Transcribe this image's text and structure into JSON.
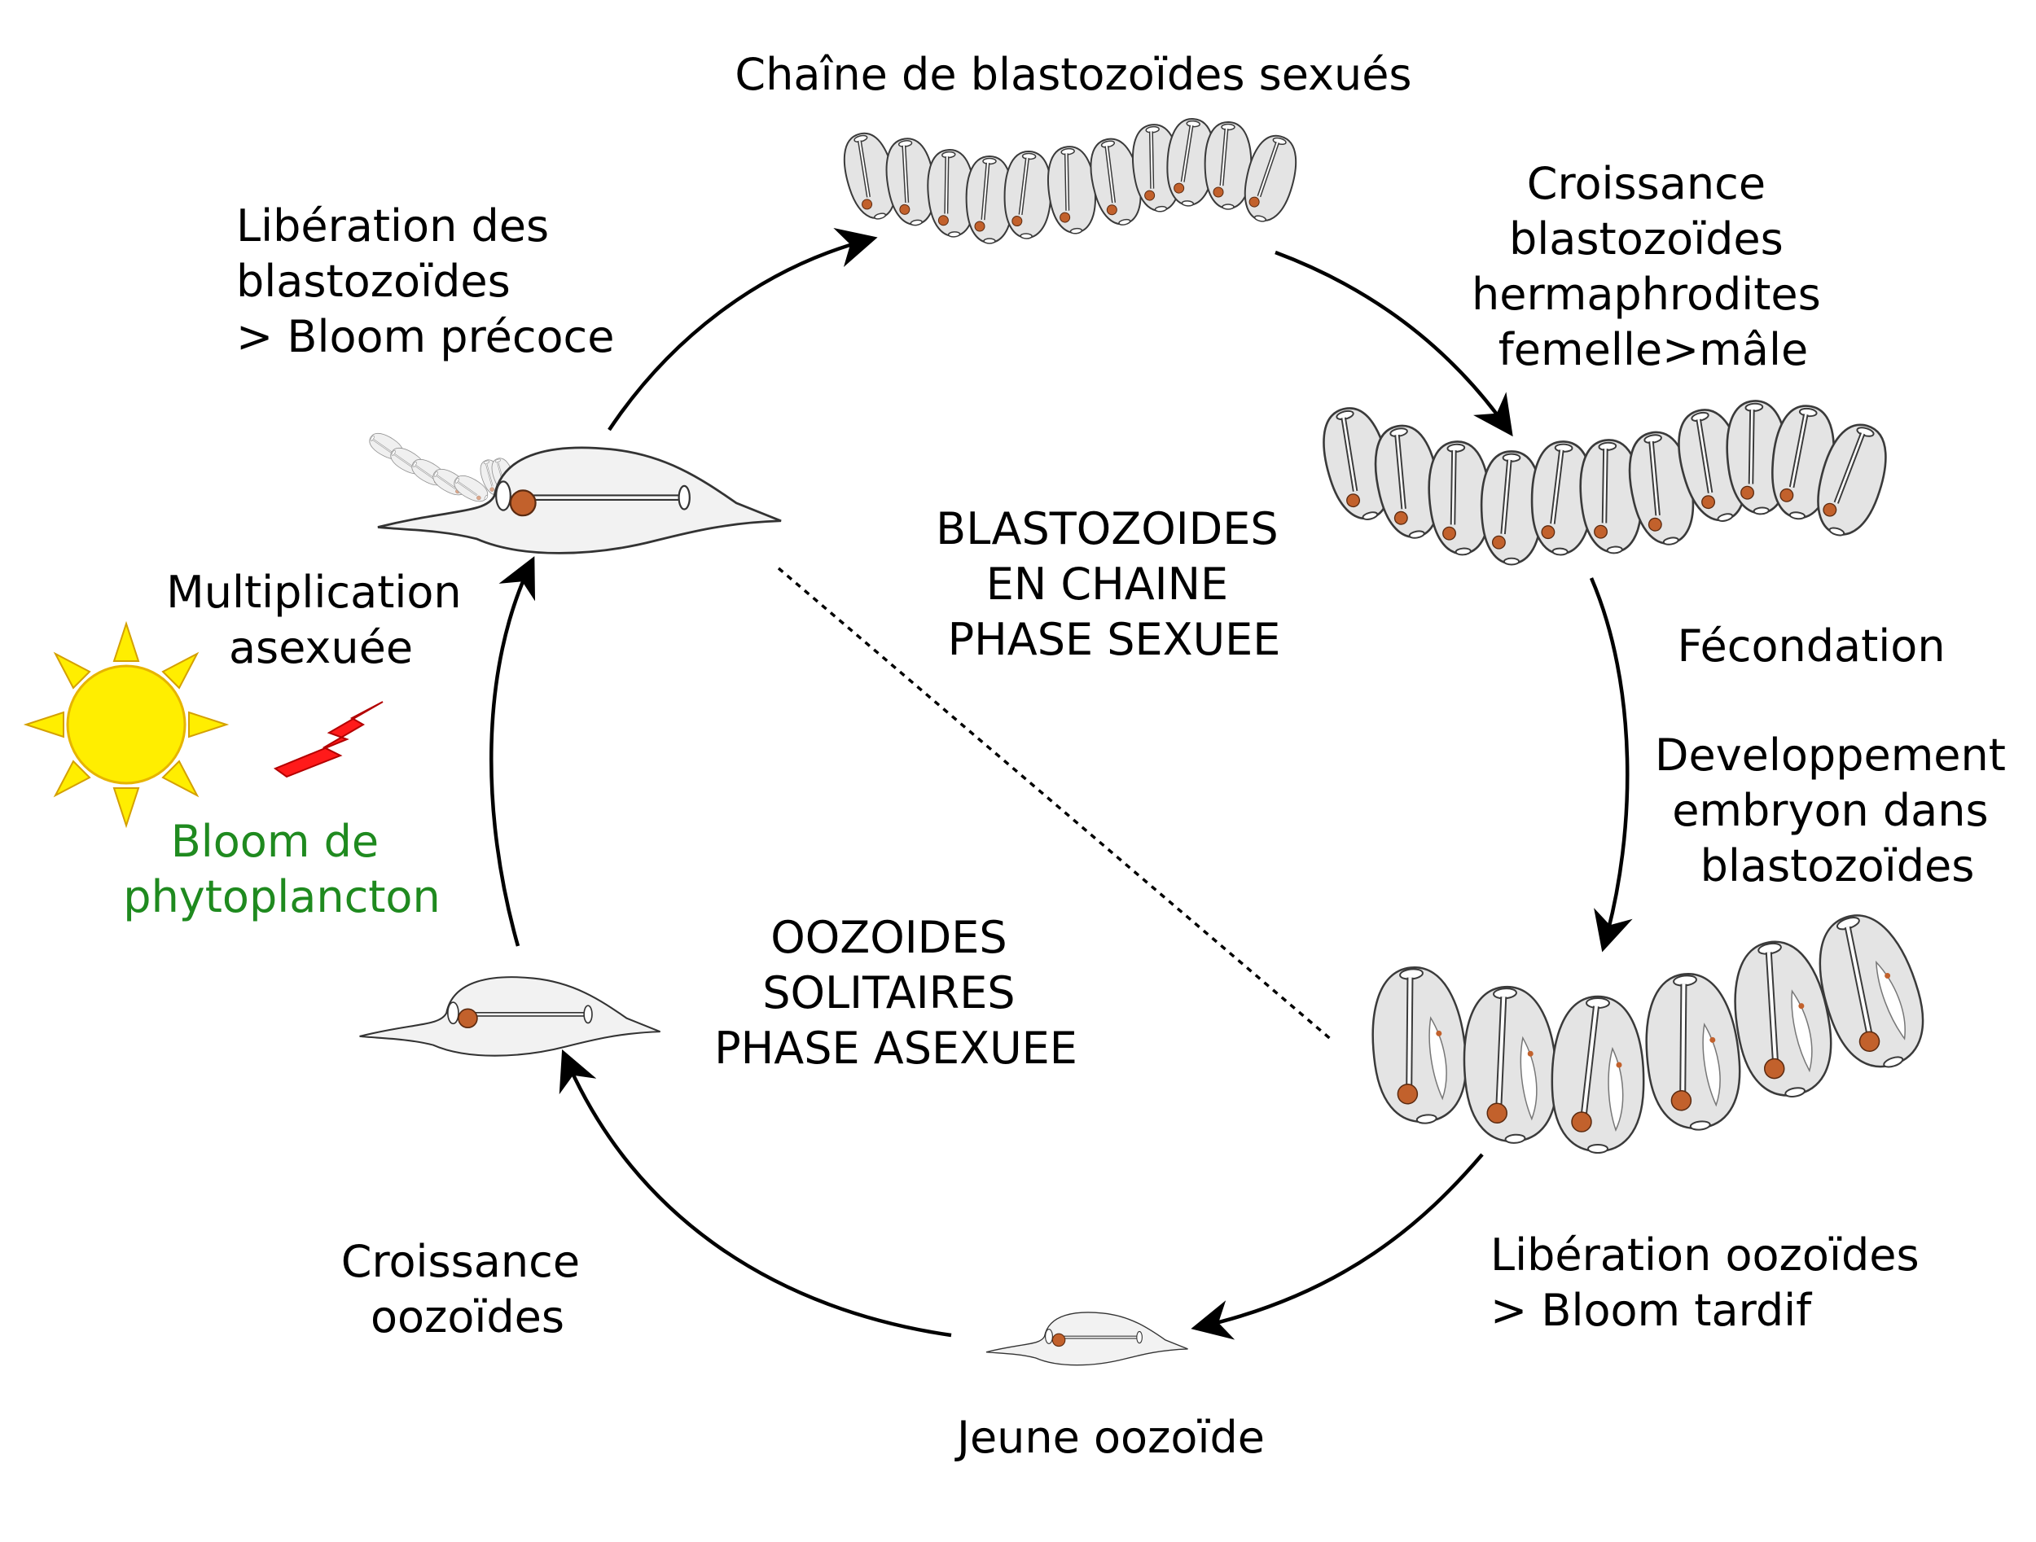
{
  "colors": {
    "body_fill": "#e4e4e4",
    "body_stroke": "#3a3a3a",
    "gonad": "#c2612c",
    "sun": "#ffee00",
    "sun_rays": "#ffee00",
    "lightning": "#ff1a1a",
    "bloom_text": "#1f8a1f"
  },
  "icons": [
    "sun-icon",
    "lightning-icon"
  ],
  "labels": {
    "top_chain": "Chaîne de blastozoïdes sexués",
    "growth_blasto": [
      "Croissance",
      "blastozoïdes",
      "hermaphrodites",
      "femelle>mâle"
    ],
    "fecondation": "Fécondation",
    "developpement": [
      "Developpement",
      "embryon dans",
      "blastozoïdes"
    ],
    "liberation_oozo": [
      "Libération oozoïdes",
      "> Bloom tardif"
    ],
    "jeune": "Jeune oozoïde",
    "croissance_oozo": [
      "Croissance",
      "oozoïdes"
    ],
    "bloom": [
      "Bloom de",
      "phytoplancton"
    ],
    "multiplication": [
      "Multiplication",
      "asexuée"
    ],
    "liberation_blasto": [
      "Libération des",
      "blastozoïdes",
      "> Bloom précoce"
    ],
    "center_sexual": [
      "BLASTOZOIDES",
      "EN CHAINE",
      "PHASE SEXUEE"
    ],
    "center_asexual": [
      "OOZOIDES",
      "SOLITAIRES",
      "PHASE ASEXUEE"
    ]
  }
}
